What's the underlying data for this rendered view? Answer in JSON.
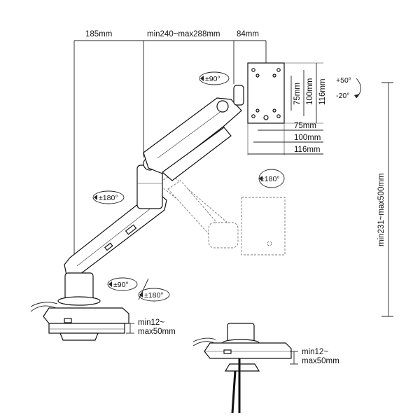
{
  "top_dims": {
    "left": "185mm",
    "middle": "min240~max288mm",
    "right": "84mm"
  },
  "vesa": {
    "v75": "75mm",
    "v100": "100mm",
    "v116": "116mm",
    "h75": "75mm",
    "h100": "100mm",
    "h116": "116mm"
  },
  "tilt": {
    "up": "+50°",
    "down": "-20°"
  },
  "height_range": "min231~max500mm",
  "rotations": {
    "head_swivel": "±90°",
    "screen_rotate": "±180°",
    "arm_joint": "±180°",
    "base_swivel": "±90°",
    "base_rotate": "±180°"
  },
  "clamp_dims": {
    "line1": "min12~",
    "line2": "max50mm"
  },
  "grommet_dims": {
    "line1": "min12~",
    "line2": "max50mm"
  }
}
